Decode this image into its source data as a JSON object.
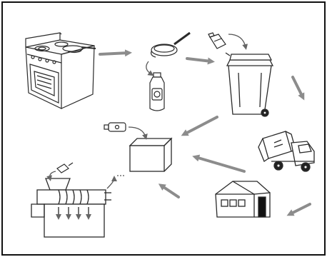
{
  "diagram": {
    "type": "recycling-cycle-illustration",
    "colors": {
      "ink": "#2a2a2a",
      "arrow": "#8c8c8c",
      "frame": "#111111",
      "house_dark": "#111111"
    },
    "nodes": [
      {
        "id": "stove",
        "icon": "stove-with-frying-pan-icon"
      },
      {
        "id": "cooking-oil",
        "icon": "frying-pan-and-oil-bottle-icon"
      },
      {
        "id": "bin",
        "icon": "wheelie-bin-icon"
      },
      {
        "id": "truck",
        "icon": "garbage-truck-icon"
      },
      {
        "id": "house",
        "icon": "house-icon"
      },
      {
        "id": "box",
        "icon": "collection-box-icon"
      },
      {
        "id": "machine",
        "icon": "processing-machine-icon"
      }
    ],
    "flow": [
      [
        "stove",
        "cooking-oil"
      ],
      [
        "cooking-oil",
        "bin"
      ],
      [
        "bin",
        "truck"
      ],
      [
        "bin",
        "box"
      ],
      [
        "truck",
        "box"
      ],
      [
        "house",
        "box"
      ],
      [
        "box",
        "machine"
      ]
    ]
  }
}
